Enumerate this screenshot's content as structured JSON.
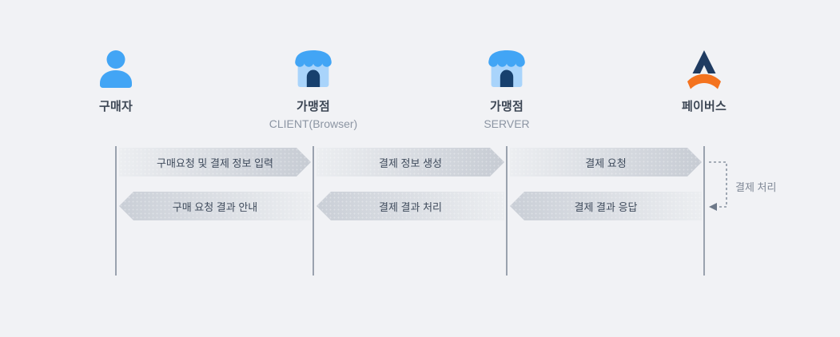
{
  "diagram": {
    "lanes": [
      {
        "title": "구매자",
        "subtitle": "",
        "icon": "buyer-person-icon"
      },
      {
        "title": "가맹점",
        "subtitle": "CLIENT(Browser)",
        "icon": "merchant-store-icon"
      },
      {
        "title": "가맹점",
        "subtitle": "SERVER",
        "icon": "merchant-store-icon"
      },
      {
        "title": "페이버스",
        "subtitle": "",
        "icon": "payverse-logo-icon"
      }
    ],
    "messages": [
      {
        "label": "구매요청 및 결제 정보 입력",
        "from": "구매자",
        "to": "가맹점 CLIENT(Browser)",
        "direction": "right"
      },
      {
        "label": "결제 정보 생성",
        "from": "가맹점 CLIENT(Browser)",
        "to": "가맹점 SERVER",
        "direction": "right"
      },
      {
        "label": "결제 요청",
        "from": "가맹점 SERVER",
        "to": "페이버스",
        "direction": "right"
      },
      {
        "label": "구매 요청 결과 안내",
        "from": "가맹점 CLIENT(Browser)",
        "to": "구매자",
        "direction": "left"
      },
      {
        "label": "결제 결과 처리",
        "from": "가맹점 SERVER",
        "to": "가맹점 CLIENT(Browser)",
        "direction": "left"
      },
      {
        "label": "결제 결과 응답",
        "from": "페이버스",
        "to": "가맹점 SERVER",
        "direction": "left"
      }
    ],
    "self_loop": {
      "label": "결제 처리",
      "at": "페이버스"
    },
    "colors": {
      "background": "#F1F2F5",
      "lifeline": "#9AA2AE",
      "arrow_gradient_light": "#ECEEF1",
      "arrow_gradient_dark": "#C6CBD3",
      "arrow_text": "#3E4A5B",
      "lane_title": "#3C4654",
      "lane_subtitle": "#8C95A3",
      "icon_blue": "#42A5F5",
      "icon_light_blue": "#A9D4FB",
      "icon_door_navy": "#17406E",
      "logo_navy": "#1F3B61",
      "logo_orange": "#F4731F",
      "dashed_connector": "#8A94A2"
    }
  }
}
